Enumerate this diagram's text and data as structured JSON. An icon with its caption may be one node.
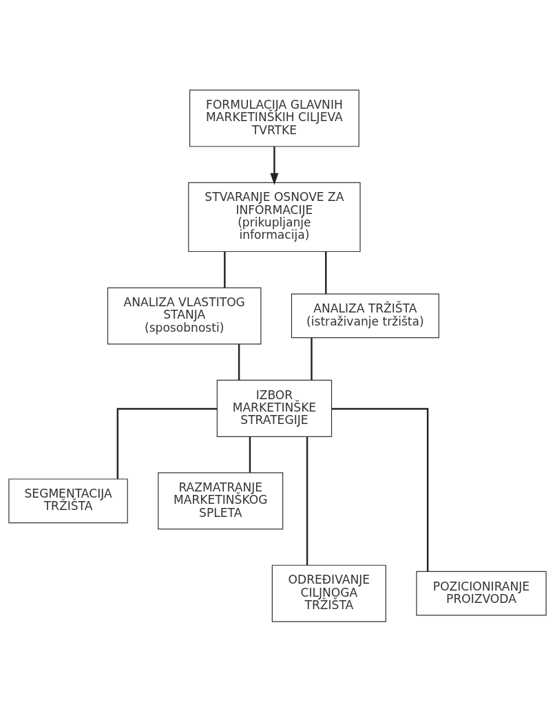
{
  "diagram": {
    "nodes": [
      {
        "text": [
          "FORMULACIJA GLAVNIH MARKETINŠKIH CILJEVA TVRTKE"
        ]
      },
      {
        "text": [
          "STVARANJE OSNOVE ZA INFORMACIJE",
          "(prikupljanje informacija)"
        ]
      },
      {
        "text": [
          "ANALIZA VLASTITOG STANJA",
          "(sposobnosti)"
        ]
      },
      {
        "text": [
          "ANALIZA TRŽIŠTA",
          "(istraživanje tržišta)"
        ]
      },
      {
        "text": [
          "IZBOR MARKETINŠKE STRATEGIJE"
        ]
      },
      {
        "text": [
          "SEGMENTACIJA TRŽIŠTA"
        ]
      },
      {
        "text": [
          "RAZMATRANJE MARKETINŠKOG SPLETA"
        ]
      },
      {
        "text": [
          "ODREĐIVANJE CILJNOGA TRŽIŠTA"
        ]
      },
      {
        "text": [
          "POZICIONIRANJE PROIZVODA"
        ]
      }
    ],
    "edges": [
      {
        "from": 0,
        "to": 1,
        "arrow": "to"
      },
      {
        "from": 1,
        "to": 2,
        "arrow": "none"
      },
      {
        "from": 1,
        "to": 3,
        "arrow": "none"
      },
      {
        "from": 2,
        "to": 4,
        "arrow": "none"
      },
      {
        "from": 3,
        "to": 4,
        "arrow": "none"
      },
      {
        "from": 4,
        "to": 5,
        "arrow": "none"
      },
      {
        "from": 4,
        "to": 6,
        "arrow": "none"
      },
      {
        "from": 4,
        "to": 7,
        "arrow": "none"
      },
      {
        "from": 4,
        "to": 8,
        "arrow": "none"
      }
    ]
  }
}
